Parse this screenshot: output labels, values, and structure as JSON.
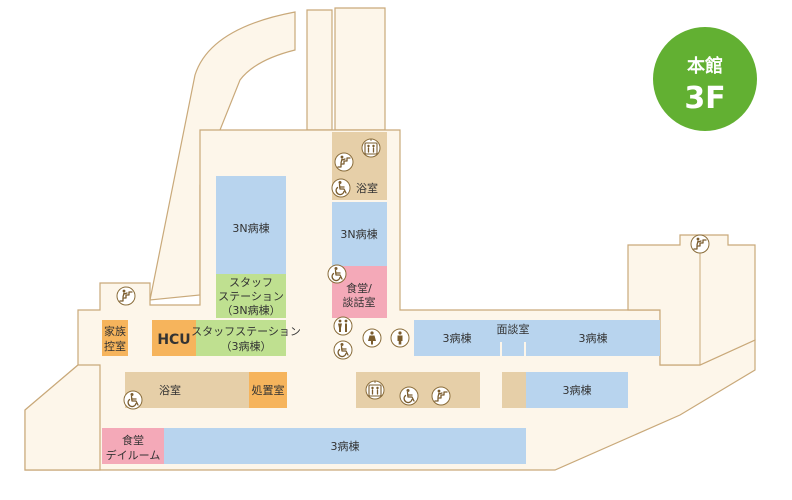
{
  "badge": {
    "line1": "本館",
    "line2": "3F",
    "color": "#62b032"
  },
  "colors": {
    "floor": "#fdf6ea",
    "outline": "#c9a97a",
    "room": "#e6cfa8",
    "ward": "#b8d4ee",
    "staff": "#bfe090",
    "dining": "#f4a9b8",
    "orange": "#f6b45c"
  },
  "rooms": {
    "ward_3n_left": "3N病棟",
    "ward_3n_right": "3N病棟",
    "staff_3n_line1": "スタッフ",
    "staff_3n_line2": "ステーション",
    "staff_3n_line3": "（3N病棟）",
    "dining_line1": "食堂/",
    "dining_line2": "談話室",
    "bath_upper": "浴室",
    "family_line1": "家族",
    "family_line2": "控室",
    "hcu": "HCU",
    "staff_3_line1": "スタッフステーション",
    "staff_3_line2": "（3病棟）",
    "ward_3_mid": "3病棟",
    "interview": "面談室",
    "ward_3_right_top": "3病棟",
    "bath_lower": "浴室",
    "treatment": "処置室",
    "ward_3_right_bottom": "3病棟",
    "dayroom_line1": "食堂",
    "dayroom_line2": "デイルーム",
    "ward_3_bottom": "3病棟"
  },
  "icons": [
    "stairs-icon",
    "elevator-icon",
    "wheelchair-icon",
    "restroom-icon",
    "female-icon",
    "male-icon"
  ]
}
